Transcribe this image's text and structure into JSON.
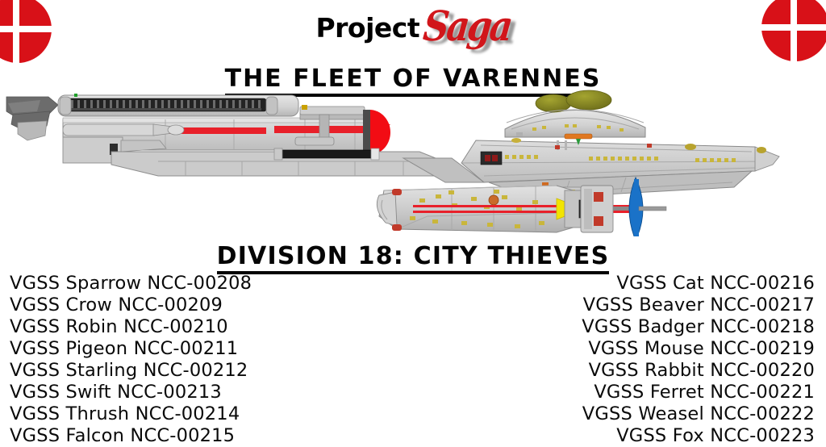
{
  "branding": {
    "logo_project": "Project",
    "logo_saga": "Saga",
    "logo_project_color": "#000000",
    "logo_saga_color": "#d1161b",
    "emblem_color": "#d81118",
    "emblem_left_name": "smash-emblem-left",
    "emblem_right_name": "smash-emblem-right"
  },
  "headings": {
    "fleet_title": "THE FLEET OF VARENNES",
    "division_title": "DIVISION 18: CITY THIEVES"
  },
  "artwork": {
    "caption": "starship-profile-illustration",
    "hull_color": "#c9c9c9",
    "hull_light": "#dcdcdc",
    "hull_dark": "#9a9a9a",
    "outline_color": "#7a7a7a",
    "accent_red": "#e8202a",
    "accent_blue": "#1a72c8",
    "accent_olive": "#8a8a2a",
    "accent_yellow": "#f2e400",
    "panel_black": "#1c1c1c"
  },
  "roster": {
    "left_column": [
      "VGSS Sparrow NCC-00208",
      "VGSS Crow NCC-00209",
      "VGSS Robin NCC-00210",
      "VGSS Pigeon NCC-00211",
      "VGSS Starling NCC-00212",
      "VGSS Swift NCC-00213",
      "VGSS Thrush NCC-00214",
      "VGSS Falcon NCC-00215"
    ],
    "right_column": [
      "VGSS Cat NCC-00216",
      "VGSS Beaver NCC-00217",
      "VGSS Badger NCC-00218",
      "VGSS Mouse NCC-00219",
      "VGSS Rabbit NCC-00220",
      "VGSS Ferret NCC-00221",
      "VGSS Weasel NCC-00222",
      "VGSS Fox NCC-00223"
    ]
  }
}
